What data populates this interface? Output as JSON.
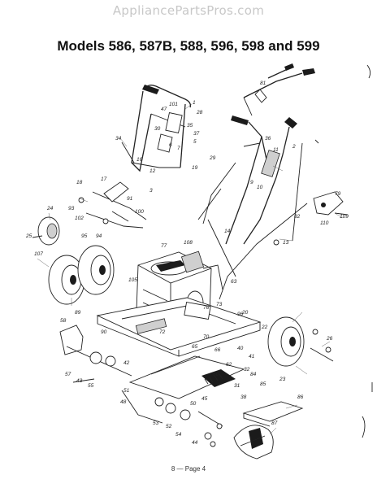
{
  "watermark": "AppliancePartsPros.com",
  "title": "Models 586, 587B, 588, 596, 598 and 599",
  "footer": "8 — Page 4",
  "callouts": [
    {
      "id": "c1",
      "text": "1"
    },
    {
      "id": "c2",
      "text": "101"
    },
    {
      "id": "c3",
      "text": "47"
    },
    {
      "id": "c4",
      "text": "28"
    },
    {
      "id": "c5",
      "text": "30"
    },
    {
      "id": "c6",
      "text": "34"
    },
    {
      "id": "c7",
      "text": "35"
    },
    {
      "id": "c8",
      "text": "37"
    },
    {
      "id": "c9",
      "text": "6"
    },
    {
      "id": "c10",
      "text": "7"
    },
    {
      "id": "c11",
      "text": "5"
    },
    {
      "id": "c12",
      "text": "19"
    },
    {
      "id": "c13",
      "text": "16"
    },
    {
      "id": "c14",
      "text": "12"
    },
    {
      "id": "c15",
      "text": "3"
    },
    {
      "id": "c16",
      "text": "18"
    },
    {
      "id": "c17",
      "text": "17"
    },
    {
      "id": "c18",
      "text": "91"
    },
    {
      "id": "c19",
      "text": "100"
    },
    {
      "id": "c20",
      "text": "24"
    },
    {
      "id": "c21",
      "text": "93"
    },
    {
      "id": "c22",
      "text": "102"
    },
    {
      "id": "c23",
      "text": "95"
    },
    {
      "id": "c24",
      "text": "94"
    },
    {
      "id": "c25",
      "text": "25"
    },
    {
      "id": "c26",
      "text": "107"
    },
    {
      "id": "c27",
      "text": "108"
    },
    {
      "id": "c28",
      "text": "29"
    },
    {
      "id": "c29",
      "text": "82"
    },
    {
      "id": "c30",
      "text": "13"
    },
    {
      "id": "c31",
      "text": "77"
    },
    {
      "id": "c32",
      "text": "63"
    },
    {
      "id": "c33",
      "text": "89"
    },
    {
      "id": "c34",
      "text": "90"
    },
    {
      "id": "c35",
      "text": "58"
    },
    {
      "id": "c36",
      "text": "57"
    },
    {
      "id": "c37",
      "text": "43"
    },
    {
      "id": "c38",
      "text": "55"
    },
    {
      "id": "c39",
      "text": "42"
    },
    {
      "id": "c40",
      "text": "51"
    },
    {
      "id": "c41",
      "text": "48"
    },
    {
      "id": "c42",
      "text": "53"
    },
    {
      "id": "c43",
      "text": "52"
    },
    {
      "id": "c44",
      "text": "50"
    },
    {
      "id": "c45",
      "text": "54"
    },
    {
      "id": "c46",
      "text": "45"
    },
    {
      "id": "c47",
      "text": "44"
    },
    {
      "id": "c48",
      "text": "87"
    },
    {
      "id": "c49",
      "text": "86"
    },
    {
      "id": "c50",
      "text": "23"
    },
    {
      "id": "c51",
      "text": "26"
    },
    {
      "id": "c52",
      "text": "96"
    },
    {
      "id": "c53",
      "text": "73"
    },
    {
      "id": "c54",
      "text": "76"
    },
    {
      "id": "c55",
      "text": "72"
    },
    {
      "id": "c56",
      "text": "79"
    },
    {
      "id": "c57",
      "text": "109"
    },
    {
      "id": "c58",
      "text": "110"
    },
    {
      "id": "c59",
      "text": "11"
    },
    {
      "id": "c60",
      "text": "10"
    },
    {
      "id": "c61",
      "text": "9"
    },
    {
      "id": "c62",
      "text": "36"
    },
    {
      "id": "c63",
      "text": "14"
    },
    {
      "id": "c64",
      "text": "2"
    },
    {
      "id": "c65",
      "text": "81"
    },
    {
      "id": "c66",
      "text": "105"
    },
    {
      "id": "c67",
      "text": "20"
    },
    {
      "id": "c68",
      "text": "22"
    },
    {
      "id": "c69",
      "text": "60"
    },
    {
      "id": "c70",
      "text": "62"
    },
    {
      "id": "c71",
      "text": "65"
    },
    {
      "id": "c72",
      "text": "40"
    },
    {
      "id": "c73",
      "text": "41"
    },
    {
      "id": "c74",
      "text": "84"
    },
    {
      "id": "c75",
      "text": "85"
    },
    {
      "id": "c76",
      "text": "31"
    },
    {
      "id": "c77",
      "text": "32"
    },
    {
      "id": "c78",
      "text": "38"
    },
    {
      "id": "c79",
      "text": "70"
    },
    {
      "id": "c80",
      "text": "66"
    }
  ]
}
